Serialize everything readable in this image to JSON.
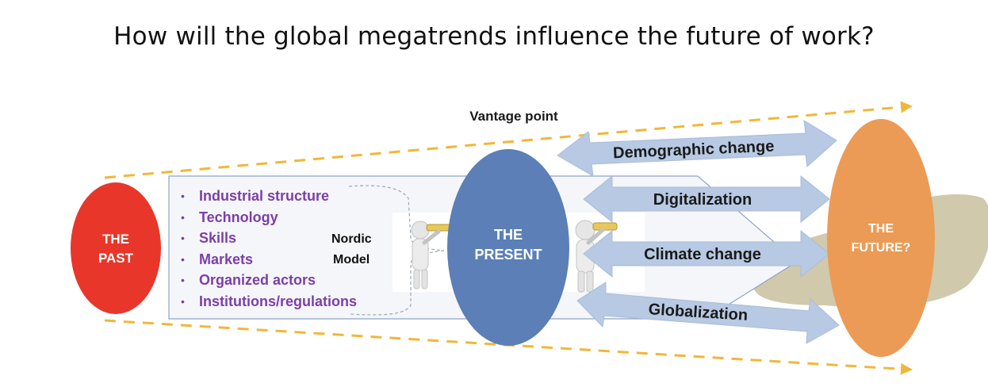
{
  "title": "How will the global megatrends influence the future of work?",
  "vantage_label": "Vantage point",
  "past": {
    "line1": "THE",
    "line2": "PAST"
  },
  "present": {
    "line1": "THE",
    "line2": "PRESENT"
  },
  "future": {
    "line1": "THE",
    "line2": "FUTURE?"
  },
  "factors": [
    "Industrial structure",
    "Technology",
    "Skills",
    "Markets",
    "Organized actors",
    "Institutions/regulations"
  ],
  "nordic_model": {
    "line1": "Nordic",
    "line2": "Model"
  },
  "megatrends": [
    "Demographic change",
    "Digitalization",
    "Climate change",
    "Globalization"
  ],
  "colors": {
    "past": "#e8372a",
    "present": "#5b7fb6",
    "future": "#eb9b55",
    "arrow": "#b7c9e3",
    "factor_text": "#7d3ea6",
    "cone_line": "#f1b73a",
    "blob": "#c9bf9c"
  }
}
